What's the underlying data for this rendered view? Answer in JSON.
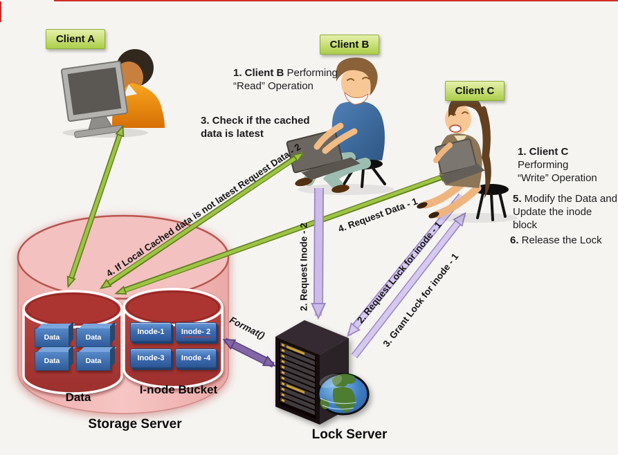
{
  "clients": {
    "a": {
      "label": "Client A"
    },
    "b": {
      "label": "Client B",
      "step1_bold": "1. Client B",
      "step1_rest": " Performing",
      "step1_line2": "“Read” Operation",
      "step3_line1": "3. Check if the cached",
      "step3_line2": "data is latest"
    },
    "c": {
      "label": "Client C",
      "step1_bold": "1. Client C",
      "step1_rest": " Performing",
      "step1_line2": "“Write” Operation",
      "step5_bold": "5.",
      "step5_rest": " Modify the Data and",
      "step5_line2": "Update the inode block",
      "step6_bold": "6.",
      "step6_rest": " Release the Lock"
    }
  },
  "arrows": {
    "cache_check": "4. If Local Cached data is not latest Request Data - 2",
    "request_data1": "4. Request Data - 1",
    "request_inode2": "2. Request Inode - 2",
    "request_lock": "2. Request Lock for inode - 1",
    "grant_lock": "3. Grant Lock for inode - 1",
    "format_call": "Format()"
  },
  "storage": {
    "title": "Storage Server",
    "data_label": "Data",
    "inode_label": "I-node Bucket",
    "data_blocks": [
      "Data",
      "Data",
      "Data",
      "Data"
    ],
    "inodes": [
      "Inode-1",
      "Inode- 2",
      "Inode-3",
      "Inode -4"
    ]
  },
  "lock_server": {
    "title": "Lock Server"
  },
  "colors": {
    "green_arrow": "#9dc443",
    "purple_arrow": "#d6c9ef",
    "format_arrow": "#8266a8",
    "label_box_green": "#c6de74",
    "storage_pink": "#f3c1bf",
    "inner_red": "#b8423f",
    "block_blue": "#3f6db4"
  }
}
